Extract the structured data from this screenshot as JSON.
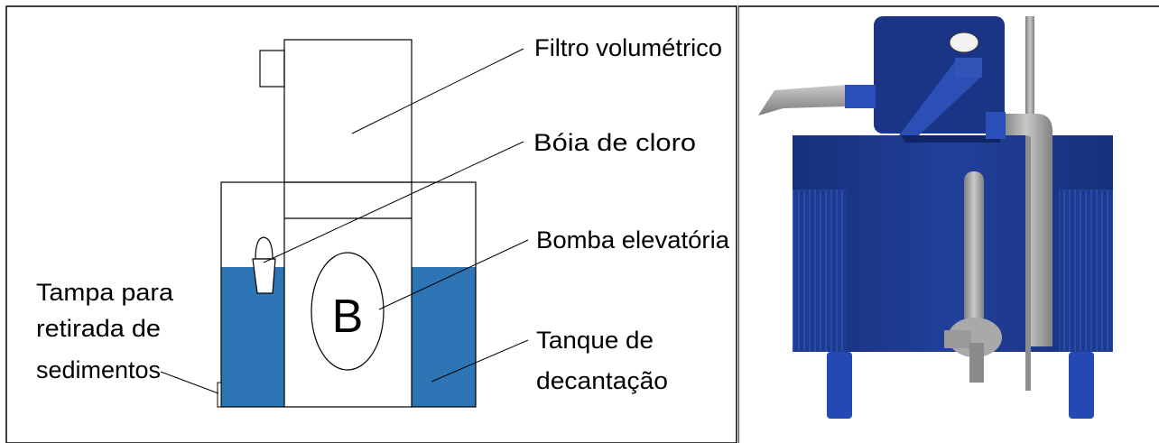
{
  "diagram": {
    "labels": {
      "filtro": "Filtro volumétrico",
      "boia": "Bóia de cloro",
      "bomba": "Bomba elevatória",
      "tanque_line1": "Tanque de",
      "tanque_line2": "decantação",
      "tampa_line1": "Tampa para",
      "tampa_line2": "retirada de",
      "tampa_line3": "sedimentos",
      "pump_letter": "B"
    },
    "colors": {
      "water": "#2E75B6",
      "render_tank": "#1E3B8C",
      "pipe": "#9A9A9A"
    }
  }
}
